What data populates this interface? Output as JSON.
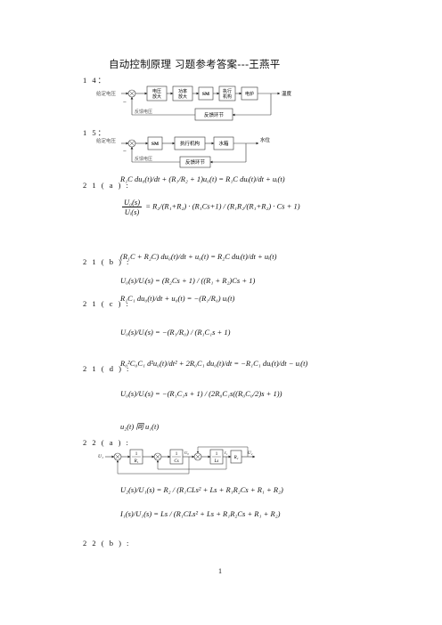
{
  "page": {
    "title": "自动控制原理   习题参考答案---王燕平",
    "page_number": "1"
  },
  "q14": {
    "label": "1 4：",
    "input_label": "给定电压",
    "block1": [
      "电压",
      "放大"
    ],
    "block2": [
      "功率",
      "放大"
    ],
    "block3": "SM",
    "block4": [
      "执行",
      "机构"
    ],
    "block5": "电炉",
    "output_label": "温度",
    "feedback_label": "反馈电压",
    "feedback_block": "反馈环节",
    "minus": "−"
  },
  "q15": {
    "label": "1 5：",
    "input_label": "给定电压",
    "block1": "SM",
    "block2": "执行机构",
    "block3": "水箱",
    "output_label": "水位",
    "feedback_label": "反馈电压",
    "feedback_block": "反馈环节",
    "minus": "−"
  },
  "q21a": {
    "label": "2 1 ( a ) :",
    "eq1": "R₁C du₀(t)/dt + (R₁/R₂ + 1)u₀(t) = R₁C duᵢ(t)/dt + uᵢ(t)",
    "eq2_lhs_num": "U₀(s)",
    "eq2_lhs_den": "Uᵢ(s)",
    "eq2_rhs": "R₂/(R₁+R₂) · (R₁Cs+1) / (R₁R₂/(R₁+R₂) · Cs + 1)"
  },
  "q21b": {
    "label": "2 1 ( b ) :",
    "eq1": "(R₁C + R₂C) du₀(t)/dt + u₀(t) = R₂C duᵢ(t)/dt + uᵢ(t)",
    "eq2": "U₀(s)/Uᵢ(s) = (R₂Cs + 1) / ((R₁ + R₂)Cs + 1)"
  },
  "q21c": {
    "label": "2 1 ( c ) :",
    "eq1": "R₁C₁ du₀(t)/dt + u₀(t) = −(R₁/R₀) uᵢ(t)",
    "eq2": "U₀(s)/Uᵢ(s) = −(R₁/R₀) / (R₁C₁s + 1)"
  },
  "q21d": {
    "label": "2 1 ( d ) :",
    "eq1": "R₀²C₀C₁ d²u₀(t)/dt² + 2R₀C₁ du₀(t)/dt = −R₁C₁ duᵢ(t)/dt − uᵢ(t)",
    "eq2": "U₀(s)/Uᵢ(s) = −(R₁C₁s + 1) / (2R₀C₁s((R₀C₀/2)s + 1))",
    "eq3": "u₂(t) 同 u₁(t)"
  },
  "q22a": {
    "label": "2 2 ( a ) :",
    "diagram": {
      "in": "U₁",
      "b1_num": "1",
      "b1_den": "R₁",
      "b2_num": "1",
      "b2_den": "Cs",
      "b3_num": "1",
      "b3_den": "Ls",
      "b4": "R₂",
      "mid1": "U₀",
      "mid2": "I₁",
      "out": "U₂"
    },
    "tf1": "U₂(s)/U₁(s) = R₂ / (R₁CLs² + Ls + R₁R₂Cs + R₁ + R₂)",
    "tf2": "I₁(s)/U₁(s) = Ls / (R₁CLs² + Ls + R₁R₂Cs + R₁ + R₂)"
  },
  "q22b": {
    "label": "2 2 ( b ) :"
  }
}
